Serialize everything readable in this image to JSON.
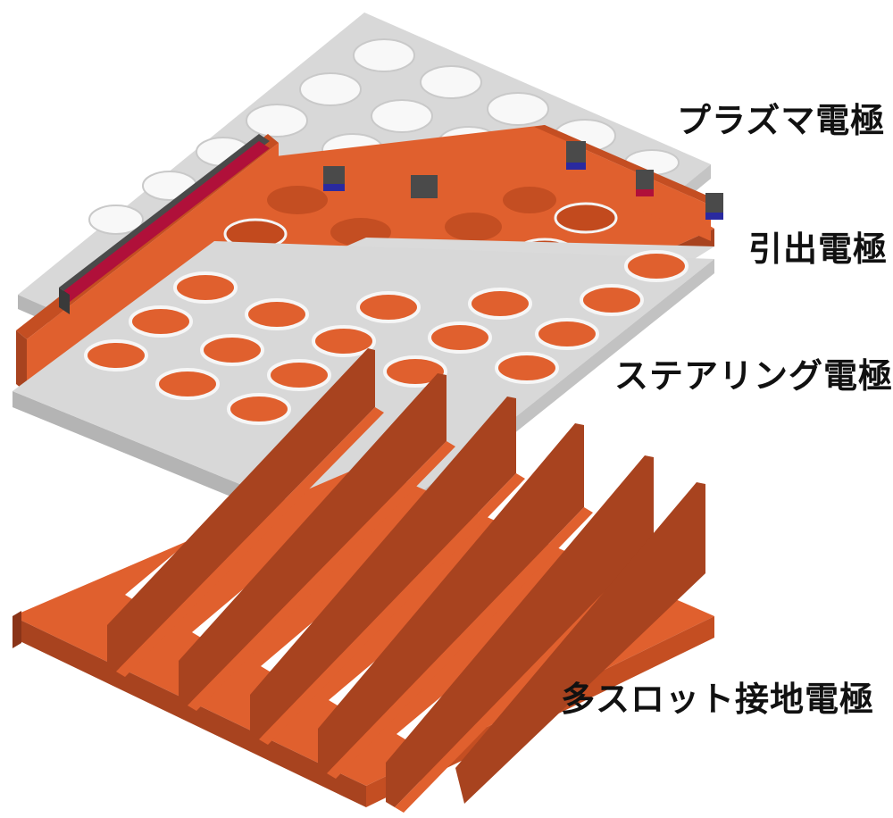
{
  "labels": {
    "plasma_electrode": "プラズマ電極",
    "extraction_electrode": "引出電極",
    "steering_electrode": "ステアリング電極",
    "ground_electrode": "多スロット接地電極"
  },
  "colors": {
    "orange_face": "#e0602e",
    "orange_side": "#a8431f",
    "orange_dark": "#8a3418",
    "grey_top": "#d6d6d6",
    "grey_side": "#b4b4b4",
    "hole_white": "#f7f7f7",
    "magnet_dark": "#4a4a4a",
    "magnet_red": "#b0103a",
    "magnet_blue": "#2a2aa0"
  }
}
